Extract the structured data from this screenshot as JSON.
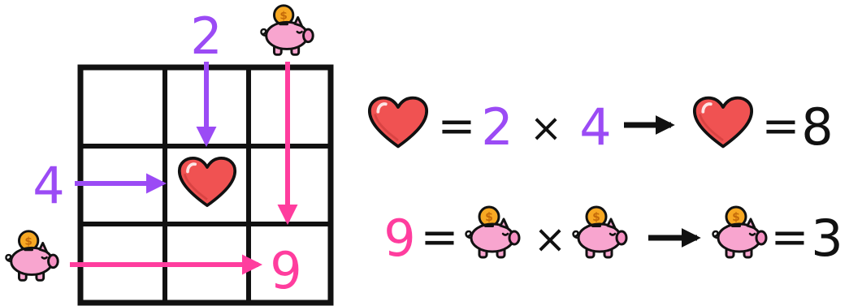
{
  "colors": {
    "purple": "#9B4BF5",
    "pink": "#FF3D9E",
    "black": "#111111",
    "heart": "#F05252",
    "pig": "#F8A5CF",
    "coin": "#F7A823"
  },
  "grid": {
    "rows": 3,
    "cols": 3,
    "column_label": "2",
    "row_label": "4",
    "cell_value": "9",
    "heart_cell": {
      "row": 2,
      "col": 2
    },
    "value_cell": {
      "row": 3,
      "col": 3
    }
  },
  "equations": {
    "line1": {
      "lhs_icon": "heart-icon",
      "equals": "=",
      "a": "2",
      "times": "×",
      "b": "4",
      "result_icon": "heart-icon",
      "result_equals": "=",
      "result": "8"
    },
    "line2": {
      "lhs": "9",
      "equals": "=",
      "a_icon": "piggy-bank-icon",
      "times": "×",
      "b_icon": "piggy-bank-icon",
      "result_icon": "piggy-bank-icon",
      "result_equals": "=",
      "result": "3"
    }
  }
}
